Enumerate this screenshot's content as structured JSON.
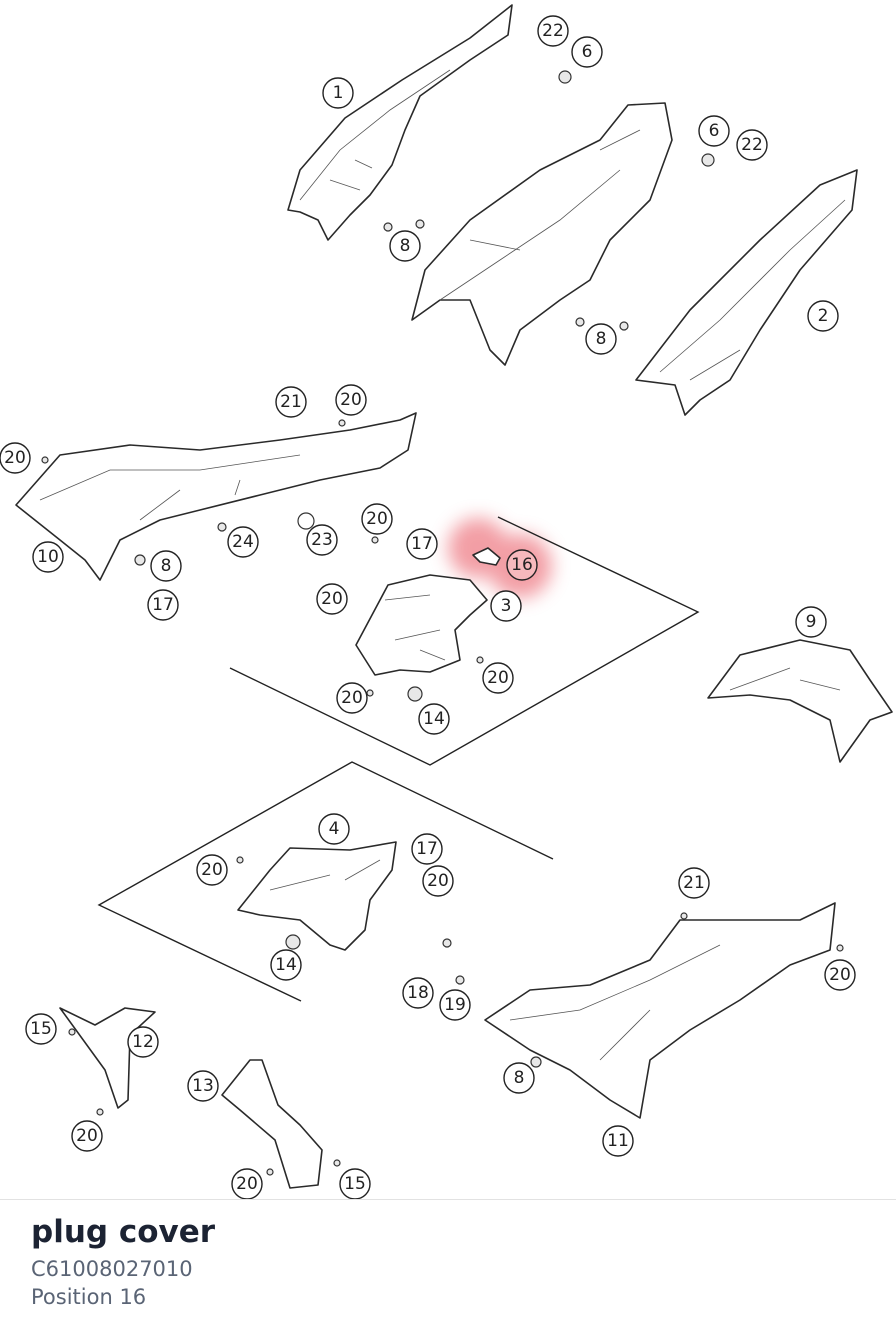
{
  "callouts": [
    {
      "label": "1"
    },
    {
      "label": "22"
    },
    {
      "label": "6"
    },
    {
      "label": "6"
    },
    {
      "label": "22"
    },
    {
      "label": "8"
    },
    {
      "label": "8"
    },
    {
      "label": "2"
    },
    {
      "label": "21"
    },
    {
      "label": "20"
    },
    {
      "label": "20"
    },
    {
      "label": "10"
    },
    {
      "label": "8"
    },
    {
      "label": "17"
    },
    {
      "label": "24"
    },
    {
      "label": "23"
    },
    {
      "label": "20"
    },
    {
      "label": "17"
    },
    {
      "label": "16"
    },
    {
      "label": "3"
    },
    {
      "label": "20"
    },
    {
      "label": "20"
    },
    {
      "label": "20"
    },
    {
      "label": "14"
    },
    {
      "label": "9"
    },
    {
      "label": "4"
    },
    {
      "label": "17"
    },
    {
      "label": "20"
    },
    {
      "label": "20"
    },
    {
      "label": "14"
    },
    {
      "label": "18"
    },
    {
      "label": "19"
    },
    {
      "label": "21"
    },
    {
      "label": "20"
    },
    {
      "label": "15"
    },
    {
      "label": "12"
    },
    {
      "label": "20"
    },
    {
      "label": "13"
    },
    {
      "label": "8"
    },
    {
      "label": "11"
    },
    {
      "label": "20"
    },
    {
      "label": "15"
    }
  ],
  "highlight": {
    "label": "16",
    "color": "#e8505b"
  },
  "selected_part": {
    "name": "plug cover",
    "number": "C61008027010",
    "position": "Position 16"
  }
}
